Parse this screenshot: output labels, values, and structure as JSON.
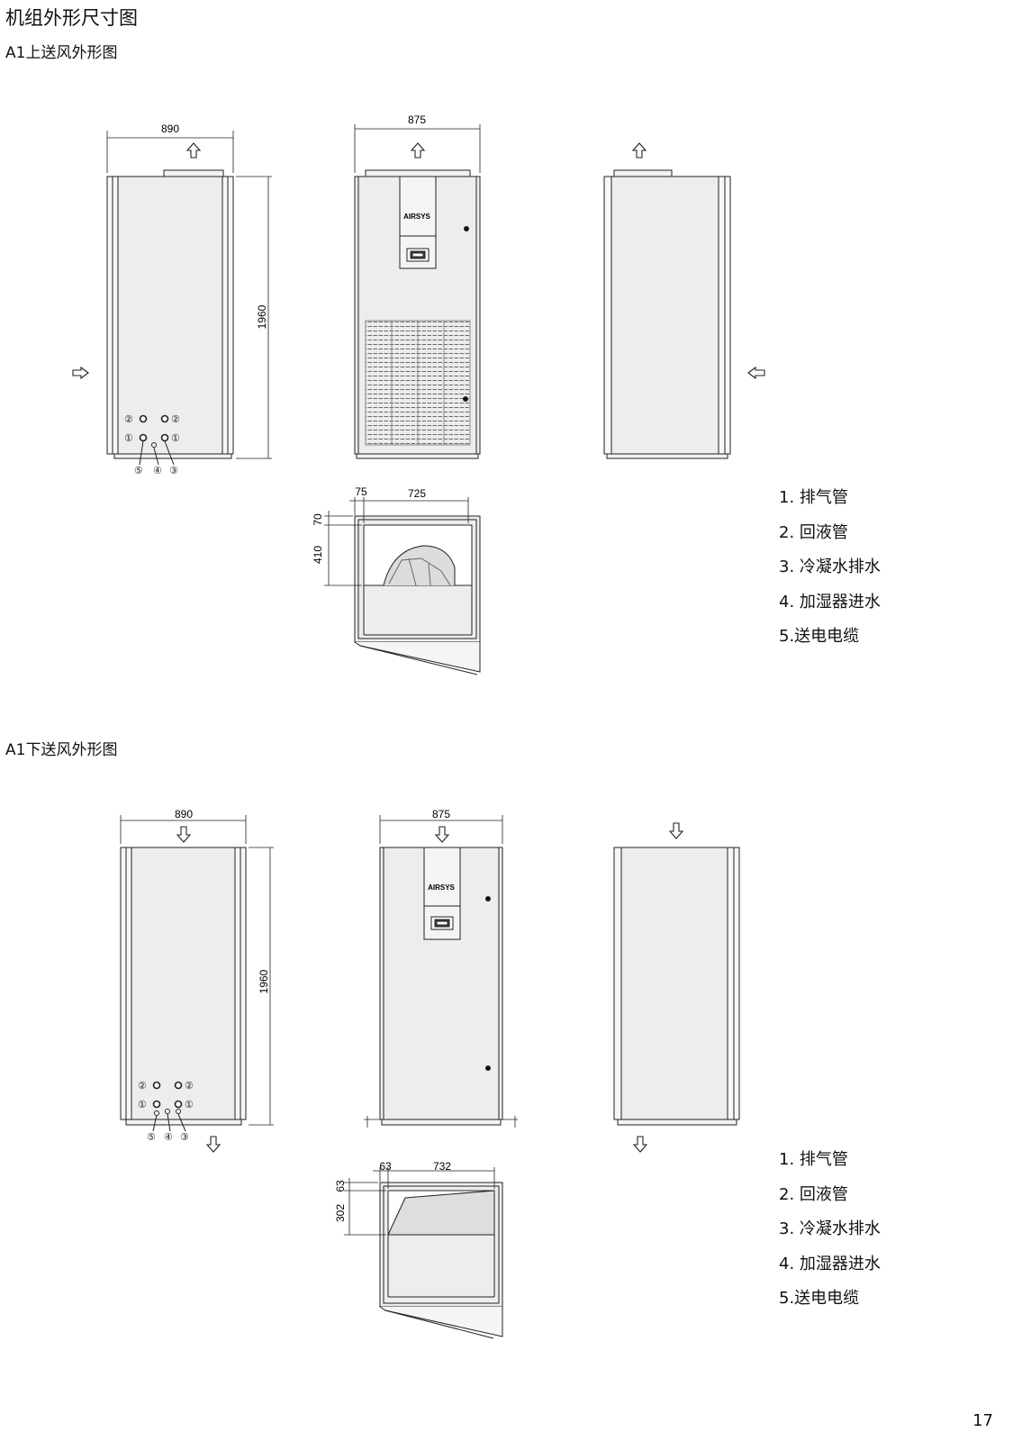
{
  "page": {
    "title": "机组外形尺寸图",
    "page_number": "17"
  },
  "sections": [
    {
      "subtitle": "A1上送风外形图",
      "dimensions": {
        "side_width": "890",
        "front_width": "875",
        "height": "1960",
        "plan_frame": "75",
        "plan_opening_width": "725",
        "plan_top_margin": "70",
        "plan_opening_depth": "410"
      },
      "brand": "AIRSYS",
      "ports": [
        "①",
        "②",
        "③",
        "④",
        "⑤"
      ],
      "legend": [
        "1. 排气管",
        "2. 回液管",
        "3. 冷凝水排水",
        "4. 加湿器进水",
        "5.送电电缆"
      ]
    },
    {
      "subtitle": "A1下送风外形图",
      "dimensions": {
        "side_width": "890",
        "front_width": "875",
        "height": "1960",
        "plan_frame": "63",
        "plan_opening_width": "732",
        "plan_top_margin": "63",
        "plan_opening_depth": "302"
      },
      "brand": "AIRSYS",
      "ports": [
        "①",
        "②",
        "③",
        "④",
        "⑤"
      ],
      "legend": [
        "1. 排气管",
        "2. 回液管",
        "3. 冷凝水排水",
        "4. 加湿器进水",
        "5.送电电缆"
      ]
    }
  ]
}
